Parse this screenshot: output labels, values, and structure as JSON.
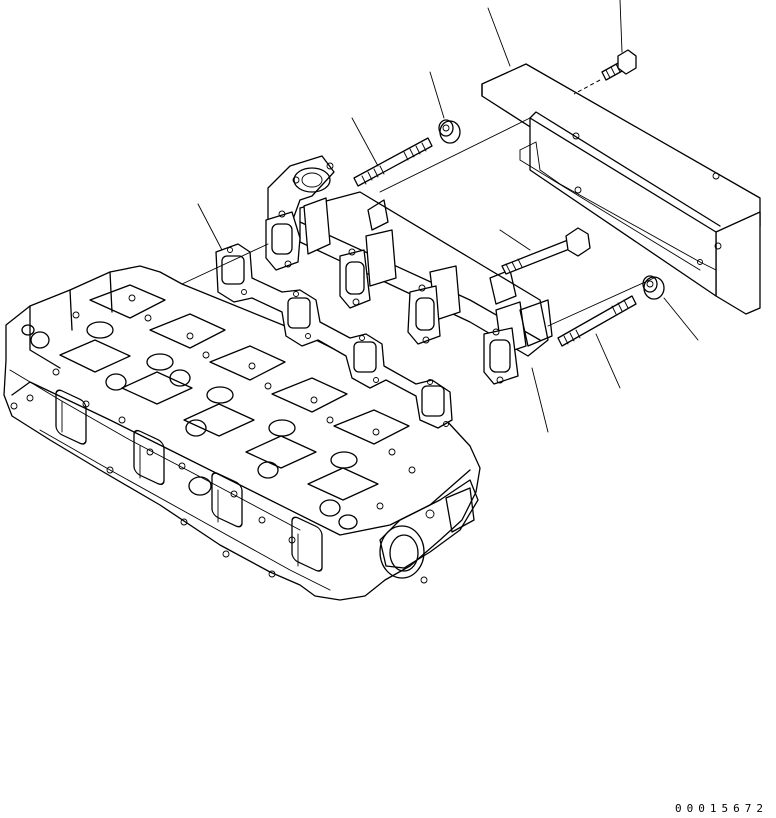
{
  "drawing": {
    "number": "00015672",
    "parts": [
      {
        "part": "cylinder-head",
        "callout": ""
      },
      {
        "part": "exhaust-manifold-gasket",
        "callout": ""
      },
      {
        "part": "exhaust-manifold",
        "callout": ""
      },
      {
        "part": "stud-bolt",
        "callout": ""
      },
      {
        "part": "flange-nut",
        "callout": ""
      },
      {
        "part": "heat-cover",
        "callout": ""
      },
      {
        "part": "cover-bolt",
        "callout": ""
      },
      {
        "part": "manifold-bolt",
        "callout": ""
      },
      {
        "part": "stud-bolt-lower",
        "callout": ""
      },
      {
        "part": "flange-nut-lower",
        "callout": ""
      }
    ]
  }
}
